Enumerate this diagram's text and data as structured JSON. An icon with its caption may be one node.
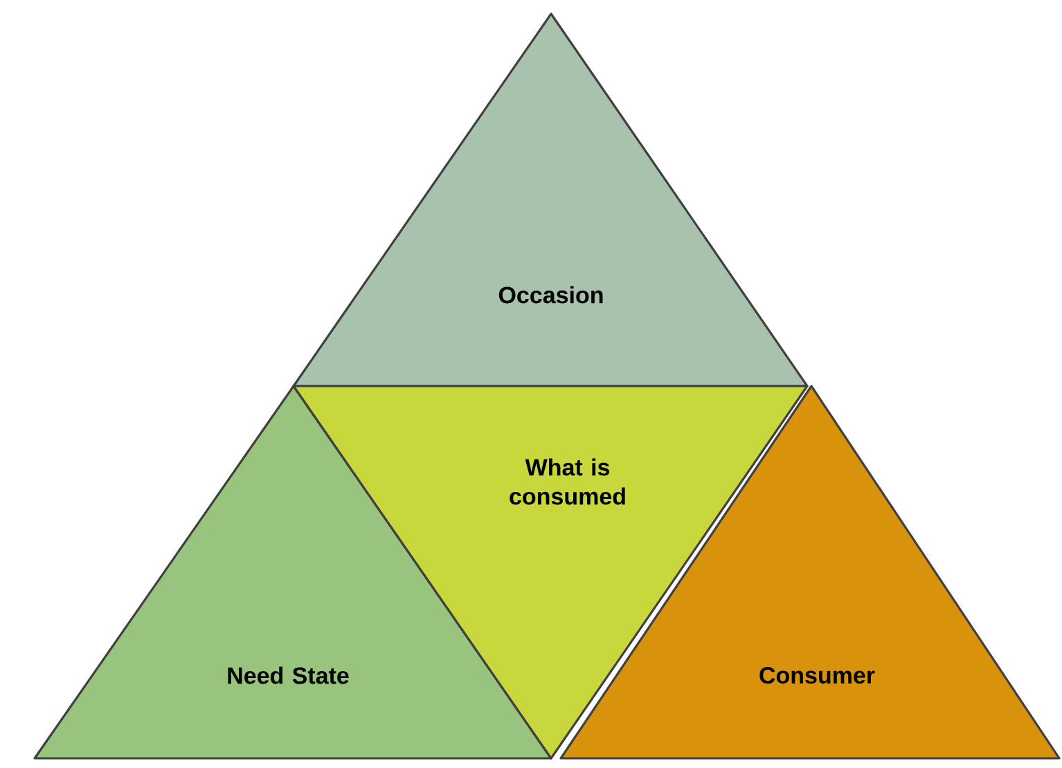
{
  "diagram": {
    "nodes": [
      {
        "text": [
          "Occasion"
        ]
      },
      {
        "text": [
          "What is consumed"
        ]
      },
      {
        "text": [
          "Need State"
        ]
      },
      {
        "text": [
          "Consumer"
        ]
      }
    ]
  }
}
